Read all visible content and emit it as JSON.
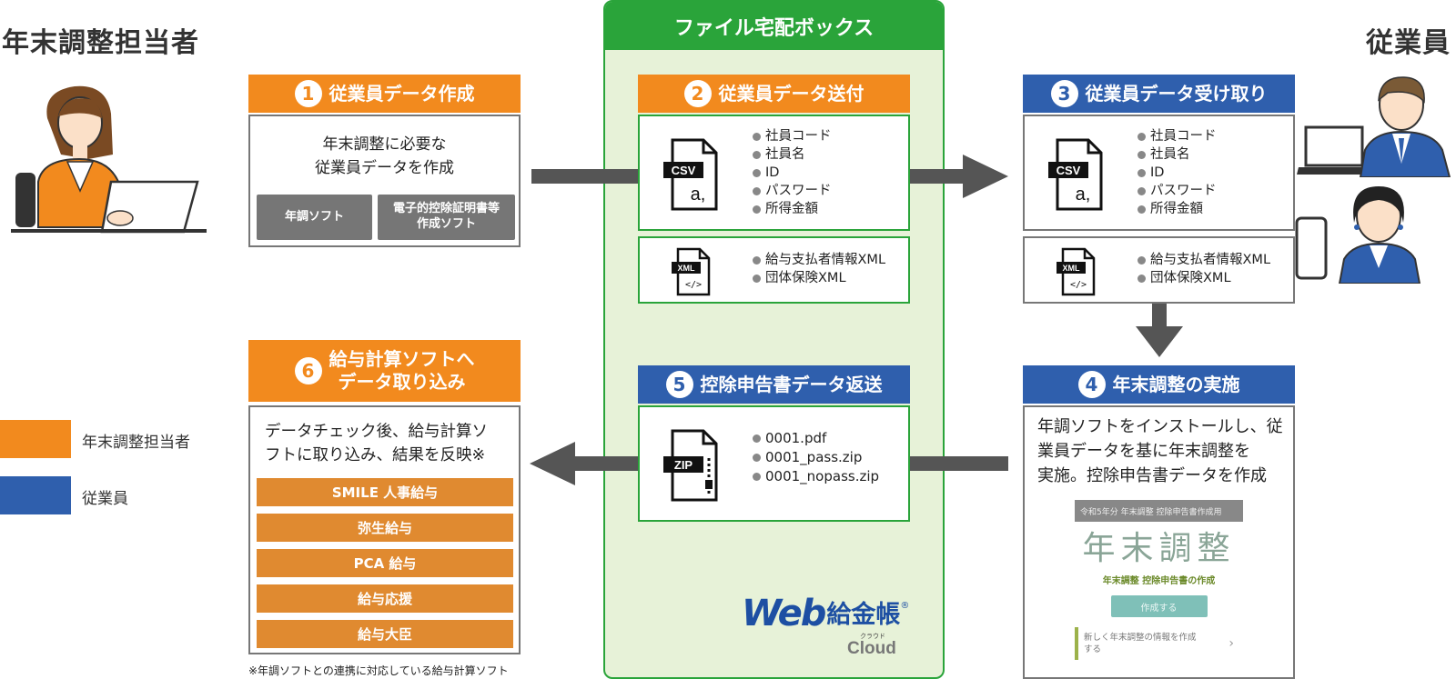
{
  "actors": {
    "left": "年末調整担当者",
    "right": "従業員"
  },
  "center_panel": {
    "title": "ファイル宅配ボックス",
    "logo": {
      "web": "Web",
      "name": "給金帳",
      "ruby": "クラウド",
      "cloud": "Cloud"
    }
  },
  "steps": {
    "s1": {
      "num": "1",
      "title": "従業員データ作成",
      "text_lines": [
        "年末調整に必要な",
        "従業員データを作成"
      ],
      "buttons": [
        {
          "label": "年調ソフト"
        },
        {
          "label_lines": [
            "電子的控除証明書等",
            "作成ソフト"
          ]
        }
      ]
    },
    "s2": {
      "num": "2",
      "title": "従業員データ送付",
      "csv_items": [
        "社員コード",
        "社員名",
        "ID",
        "パスワード",
        "所得金額"
      ],
      "xml_items": [
        "給与支払者情報XML",
        "団体保険XML"
      ]
    },
    "s3": {
      "num": "3",
      "title": "従業員データ受け取り",
      "csv_items": [
        "社員コード",
        "社員名",
        "ID",
        "パスワード",
        "所得金額"
      ],
      "xml_items": [
        "給与支払者情報XML",
        "団体保険XML"
      ]
    },
    "s4": {
      "num": "4",
      "title": "年末調整の実施",
      "text_lines": [
        "年調ソフトをインストールし、従",
        "業員データを基に年末調整を",
        "実施。控除申告書データを作成"
      ],
      "app": {
        "header": "令和5年分 年末調整 控除申告書作成用",
        "title": "年末調整",
        "subtitle": "年末調整 控除申告書の作成",
        "button": "作成する",
        "link": "新しく年末調整の情報を作成する"
      }
    },
    "s5": {
      "num": "5",
      "title": "控除申告書データ返送",
      "zip_items": [
        "0001.pdf",
        "0001_pass.zip",
        "0001_nopass.zip"
      ]
    },
    "s6": {
      "num": "6",
      "title_lines": [
        "給与計算ソフトへ",
        "データ取り込み"
      ],
      "text_lines": [
        "データチェック後、給与計算ソ",
        "フトに取り込み、結果を反映※"
      ],
      "payroll": [
        "SMILE 人事給与",
        "弥生給与",
        "PCA 給与",
        "給与応援",
        "給与大臣"
      ],
      "footnote": "※年調ソフトとの連携に対応している給与計算ソフト"
    }
  },
  "file_icons": {
    "csv": "CSV",
    "csv_glyph": "a,",
    "xml": "XML",
    "xml_glyph": "</>",
    "zip": "ZIP"
  },
  "legend": [
    {
      "label": "年末調整担当者",
      "color": "#f28a1e"
    },
    {
      "label": "従業員",
      "color": "#2f5fad"
    }
  ],
  "colors": {
    "orange": "#f28a1e",
    "blue": "#2f5fad",
    "green": "#2aa43a",
    "panel": "#e7f2d8",
    "arrow": "#555555"
  }
}
